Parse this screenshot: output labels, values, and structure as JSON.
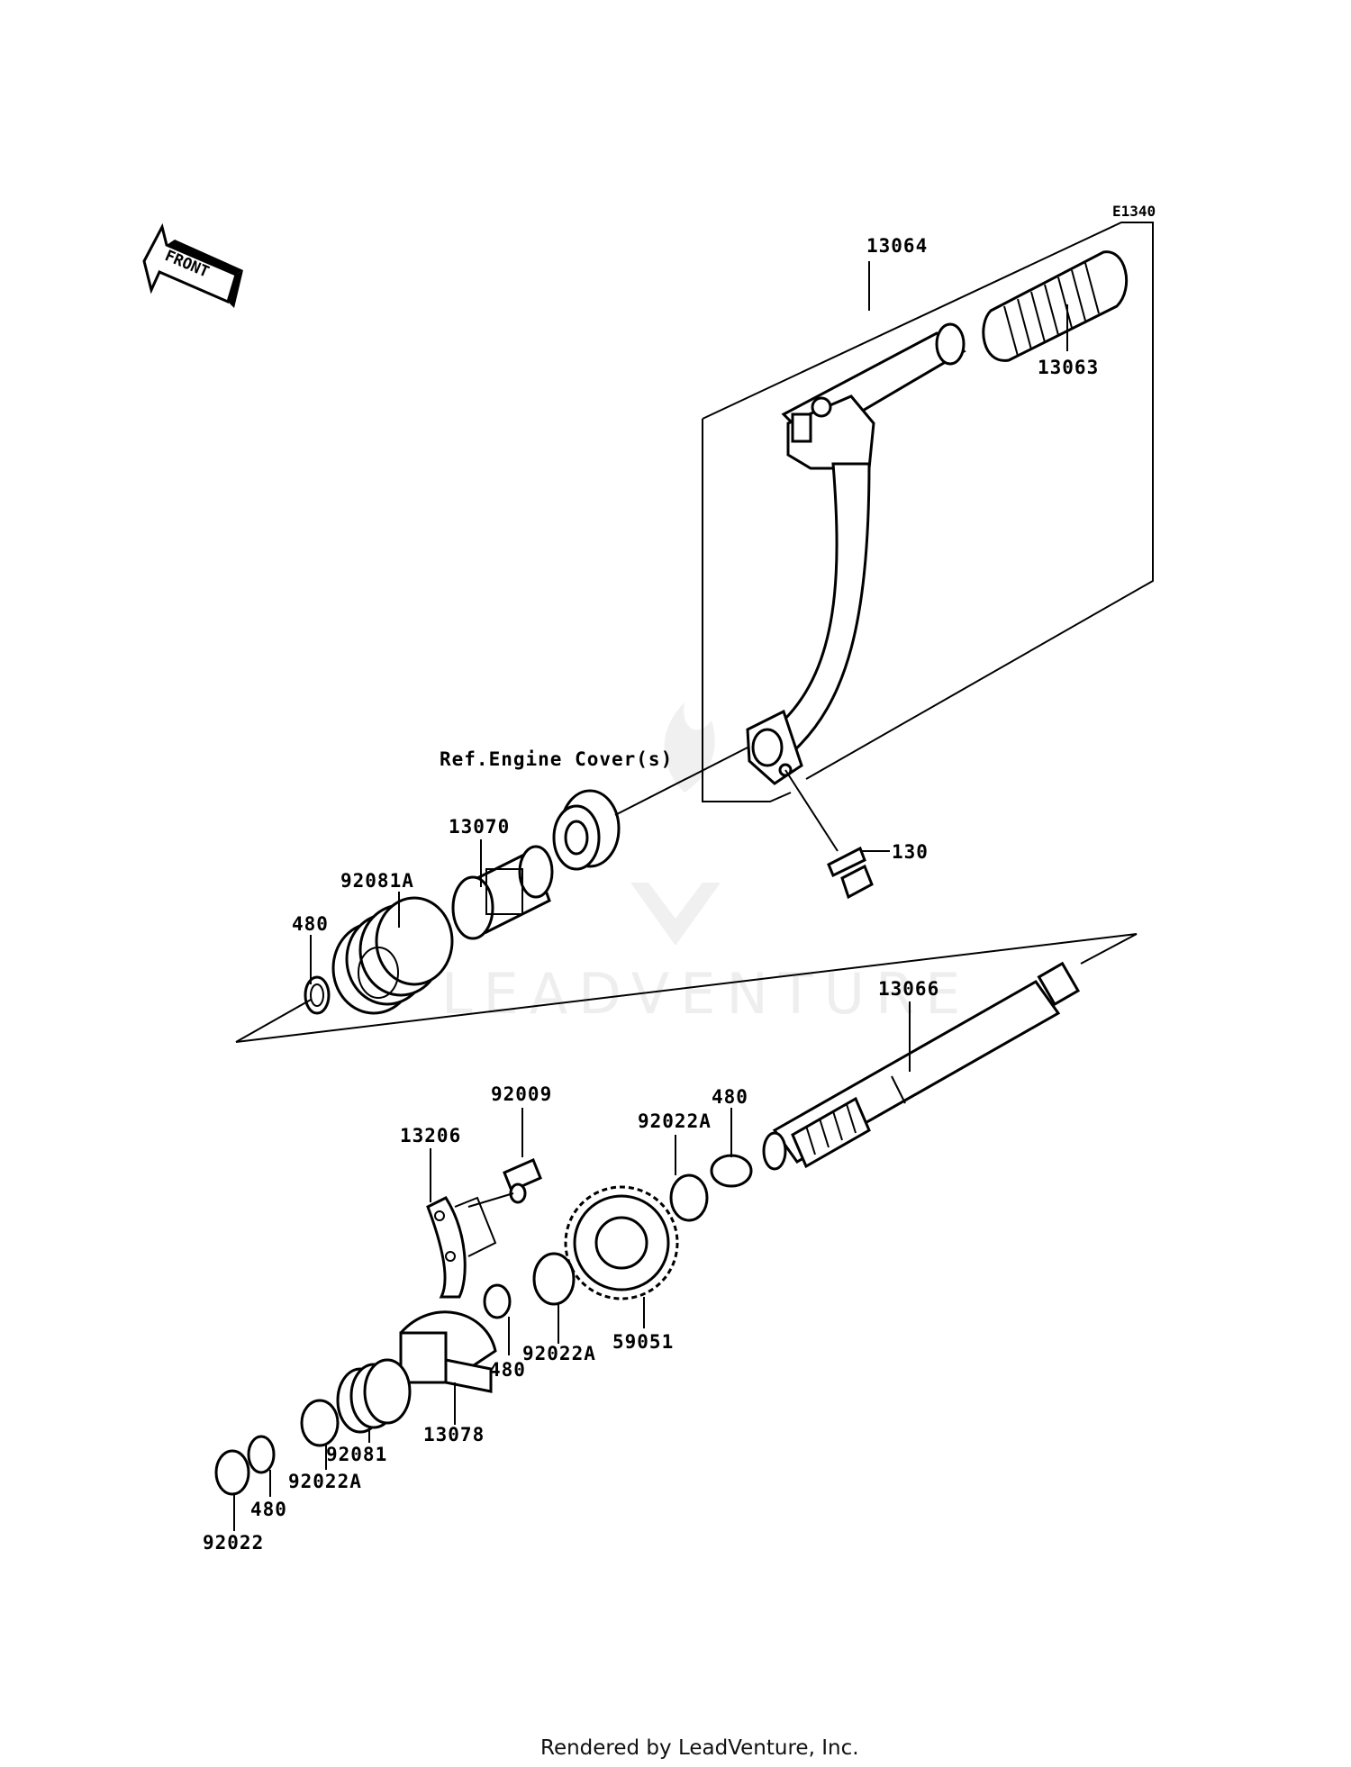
{
  "diagram": {
    "code": "E1340",
    "front_label": "FRONT",
    "reference_label": "Ref.Engine Cover(s)",
    "watermark": "LEADVENTURE",
    "footer": "Rendered by LeadVenture, Inc.",
    "part_labels": [
      {
        "id": "13064",
        "text": "13064"
      },
      {
        "id": "13063",
        "text": "13063"
      },
      {
        "id": "130",
        "text": "130"
      },
      {
        "id": "13070",
        "text": "13070"
      },
      {
        "id": "92081A",
        "text": "92081A"
      },
      {
        "id": "480-a",
        "text": "480"
      },
      {
        "id": "13066",
        "text": "13066"
      },
      {
        "id": "92009",
        "text": "92009"
      },
      {
        "id": "13206",
        "text": "13206"
      },
      {
        "id": "92022A-a",
        "text": "92022A"
      },
      {
        "id": "480-b",
        "text": "480"
      },
      {
        "id": "59051",
        "text": "59051"
      },
      {
        "id": "92022A-b",
        "text": "92022A"
      },
      {
        "id": "480-c",
        "text": "480"
      },
      {
        "id": "13078",
        "text": "13078"
      },
      {
        "id": "92081",
        "text": "92081"
      },
      {
        "id": "92022A-c",
        "text": "92022A"
      },
      {
        "id": "480-d",
        "text": "480"
      },
      {
        "id": "92022",
        "text": "92022"
      }
    ]
  }
}
